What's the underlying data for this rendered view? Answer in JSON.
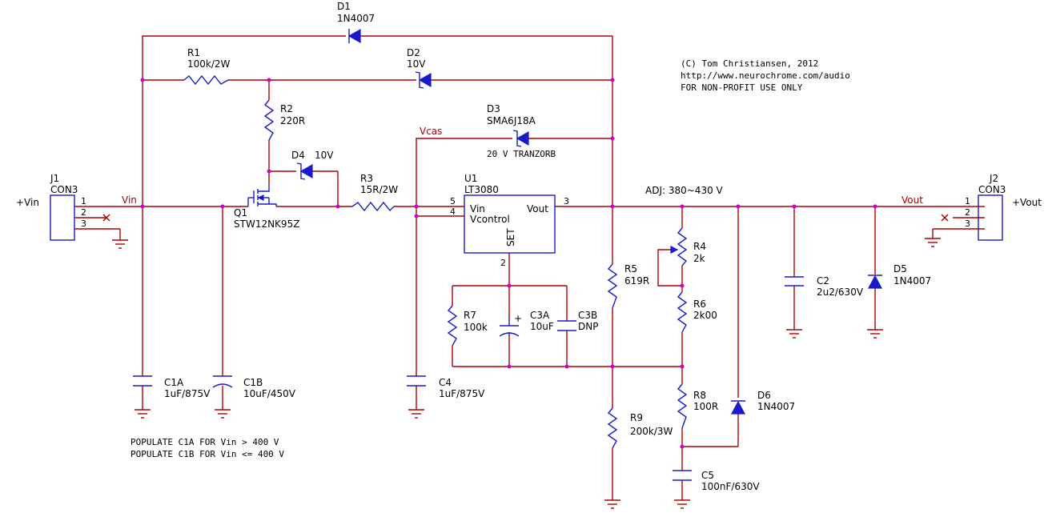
{
  "components": {
    "D1": {
      "ref": "D1",
      "value": "1N4007"
    },
    "R1": {
      "ref": "R1",
      "value": "100k/2W"
    },
    "D2": {
      "ref": "D2",
      "value": "10V"
    },
    "R2": {
      "ref": "R2",
      "value": "220R"
    },
    "D3": {
      "ref": "D3",
      "value": "SMA6J18A",
      "note": "20 V TRANZORB"
    },
    "D4": {
      "ref": "D4",
      "value": "10V"
    },
    "J1": {
      "ref": "J1",
      "value": "CON3"
    },
    "J2": {
      "ref": "J2",
      "value": "CON3"
    },
    "Q1": {
      "ref": "Q1",
      "value": "STW12NK95Z"
    },
    "R3": {
      "ref": "R3",
      "value": "15R/2W"
    },
    "U1": {
      "ref": "U1",
      "value": "LT3080",
      "pin_vin": "Vin",
      "pin_vcontrol": "Vcontrol",
      "pin_vout": "Vout",
      "pin_set": "SET"
    },
    "R4": {
      "ref": "R4",
      "value": "2k"
    },
    "R5": {
      "ref": "R5",
      "value": "619R"
    },
    "R6": {
      "ref": "R6",
      "value": "2k00"
    },
    "R7": {
      "ref": "R7",
      "value": "100k"
    },
    "C3A": {
      "ref": "C3A",
      "value": "10uF"
    },
    "C3B": {
      "ref": "C3B",
      "value": "DNP"
    },
    "C1A": {
      "ref": "C1A",
      "value": "1uF/875V"
    },
    "C1B": {
      "ref": "C1B",
      "value": "10uF/450V"
    },
    "C4": {
      "ref": "C4",
      "value": "1uF/875V"
    },
    "C2": {
      "ref": "C2",
      "value": "2u2/630V"
    },
    "D5": {
      "ref": "D5",
      "value": "1N4007"
    },
    "R8": {
      "ref": "R8",
      "value": "100R"
    },
    "R9": {
      "ref": "R9",
      "value": "200k/3W"
    },
    "D6": {
      "ref": "D6",
      "value": "1N4007"
    },
    "C5": {
      "ref": "C5",
      "value": "100nF/630V"
    }
  },
  "nets": {
    "vin": "Vin",
    "vout": "Vout",
    "vcas": "Vcas",
    "plus_vin": "+Vin",
    "plus_vout": "+Vout"
  },
  "pin_numbers": {
    "j1": [
      "1",
      "2",
      "3"
    ],
    "j2": [
      "1",
      "2",
      "3"
    ],
    "u1_vin": "5",
    "u1_vcontrol": "4",
    "u1_vout": "3",
    "u1_set": "2"
  },
  "notes": {
    "copyright": "(C) Tom Christiansen, 2012",
    "url": "http://www.neurochrome.com/audio",
    "license": "FOR NON-PROFIT USE ONLY",
    "adj": "ADJ: 380~430 V",
    "populate_1": "POPULATE C1A FOR Vin > 400 V",
    "populate_2": "POPULATE C1B FOR Vin <= 400 V"
  },
  "colors": {
    "wire": "#b00000",
    "part": "#1a1acc",
    "junction": "#cc00cc",
    "text": "#000000",
    "background": "#ffffff"
  }
}
